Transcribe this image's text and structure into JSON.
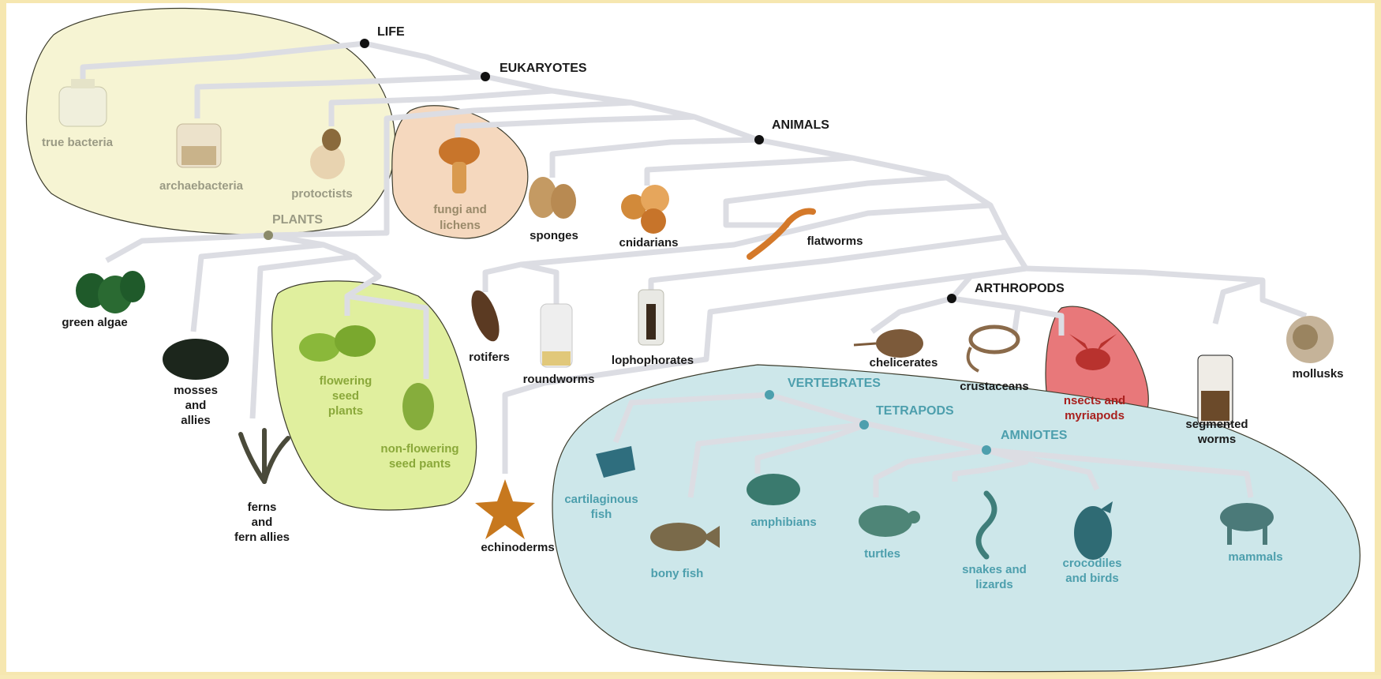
{
  "nodes": {
    "life": "LIFE",
    "eukaryotes": "EUKARYOTES",
    "animals": "ANIMALS",
    "plants": "PLANTS",
    "arthropods": "ARTHROPODS",
    "vertebrates": "VERTEBRATES",
    "tetrapods": "TETRAPODS",
    "amniotes": "AMNIOTES"
  },
  "groups": {
    "true_bacteria": "true bacteria",
    "archaebacteria": "archaebacteria",
    "protoctists": "protoctists",
    "fungi_1": "fungi and",
    "fungi_2": "lichens",
    "sponges": "sponges",
    "cnidarians": "cnidarians",
    "flatworms": "flatworms",
    "green_algae": "green algae",
    "mosses_1": "mosses",
    "mosses_2": "and",
    "mosses_3": "allies",
    "ferns_1": "ferns",
    "ferns_2": "and",
    "ferns_3": "fern allies",
    "flowering_1": "flowering",
    "flowering_2": "seed",
    "flowering_3": "plants",
    "nonflowering_1": "non-flowering",
    "nonflowering_2": "seed pants",
    "rotifers": "rotifers",
    "roundworms": "roundworms",
    "lophophorates": "lophophorates",
    "echinoderms": "echinoderms",
    "cartilaginous_1": "cartilaginous",
    "cartilaginous_2": "fish",
    "bony_fish": "bony fish",
    "amphibians": "amphibians",
    "turtles": "turtles",
    "snakes_1": "snakes and",
    "snakes_2": "lizards",
    "croc_1": "crocodiles",
    "croc_2": "and birds",
    "mammals": "mammals",
    "chelicerates": "chelicerates",
    "crustaceans": "crustaceans",
    "insects_1": "nsects and",
    "insects_2": "myriapods",
    "segmented_1": "segmented",
    "segmented_2": "worms",
    "mollusks": "mollusks"
  },
  "colors": {
    "border": "#f6e7b0",
    "background": "#ffffff",
    "branch": "#dcdde3",
    "bacteria_region": "#f6f4d3",
    "fungi_region": "#f5d8be",
    "seed_plants_region": "#e0ef9e",
    "vertebrates_region": "#cde7ea",
    "insects_region": "#e8787a",
    "vertebrate_text": "#4d9fad",
    "faded_text": "#9a9a84",
    "dark_text": "#1a1a1a"
  }
}
